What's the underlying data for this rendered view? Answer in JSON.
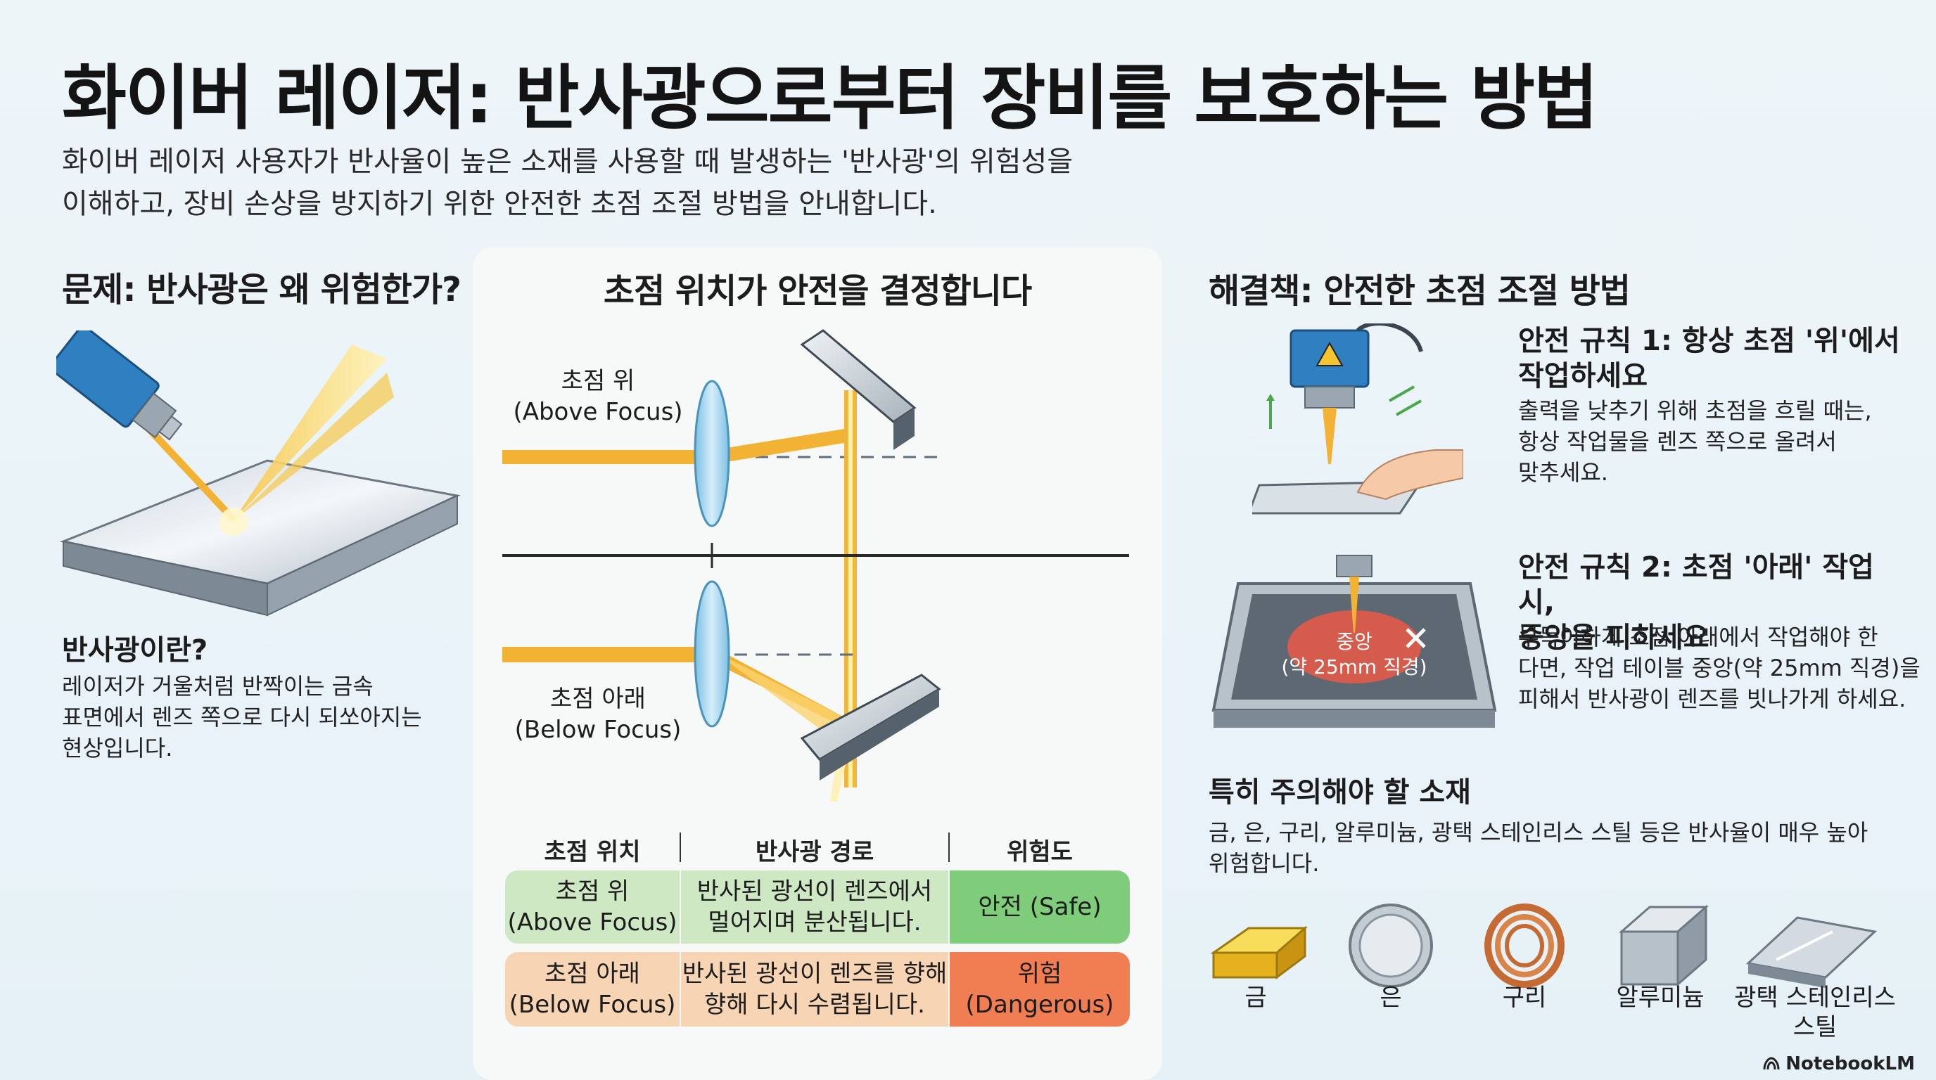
{
  "title": "화이버 레이저: 반사광으로부터 장비를 보호하는 방법",
  "subtitle": {
    "line1": "화이버 레이저 사용자가 반사율이 높은 소재를 사용할 때 발생하는 '반사광'의 위험성을",
    "line2": "이해하고, 장비 손상을 방지하기 위한 안전한 초점 조절 방법을 안내합니다."
  },
  "left": {
    "heading": "문제: 반사광은 왜 위험한가?",
    "def_title": "반사광이란?",
    "def_lines": [
      "레이저가 거울처럼 반짝이는 금속",
      "표면에서 렌즈 쪽으로 다시 되쏘아지는",
      "현상입니다."
    ]
  },
  "center": {
    "heading": "초점 위치가 안전을 결정합니다",
    "above_label": [
      "초점 위",
      "(Above Focus)"
    ],
    "below_label": [
      "초점 아래",
      "(Below Focus)"
    ],
    "table": {
      "headers": [
        "초점 위치",
        "반사광 경로",
        "위험도"
      ],
      "rows": [
        {
          "position": [
            "초점 위",
            "(Above Focus)"
          ],
          "path": [
            "반사된 광선이 렌즈에서",
            "멀어지며 분산됩니다."
          ],
          "risk": "안전 (Safe)"
        },
        {
          "position": [
            "초점 아래",
            "(Below Focus)"
          ],
          "path": [
            "반사된 광선이 렌즈를 향해",
            "향해 다시 수렴됩니다."
          ],
          "risk": [
            "위험",
            "(Dangerous)"
          ]
        }
      ]
    }
  },
  "right": {
    "heading": "해결책: 안전한 초점 조절 방법",
    "rule1": {
      "title": [
        "안전 규칙 1: 항상 초점 '위'에서",
        "작업하세요"
      ],
      "body": [
        "출력을 낮추기 위해 초점을 흐릴 때는,",
        "항상 작업물을 렌즈 쪽으로 올려서",
        "맞추세요."
      ]
    },
    "rule2": {
      "title": [
        "안전 규칙 2: 초점 '아래' 작업 시,",
        "중앙을 피하세요"
      ],
      "body": [
        "부득이하게 초점 아래에서 작업해야 한",
        "다면, 작업 테이블 중앙(약 25mm 직경)을",
        "피해서 반사광이 렌즈를 빗나가게 하세요."
      ],
      "zone_label": [
        "중앙",
        "(약 25mm 직경)"
      ]
    },
    "materials": {
      "heading": "특히 주의해야 할 소재",
      "body": [
        "금, 은, 구리, 알루미늄, 광택 스테인리스 스틸 등은 반사율이 매우 높아",
        "위험합니다."
      ],
      "items": [
        [
          "금"
        ],
        [
          "은"
        ],
        [
          "구리"
        ],
        [
          "알루미늄"
        ],
        [
          "광택 스테인리스",
          "스틸"
        ]
      ]
    }
  },
  "footer": "NotebookLM",
  "colors": {
    "beam": "#f2b233",
    "safe": "#cfe8c4",
    "safe_risk": "#7fcc7a",
    "danger": "#f7d4b3",
    "danger_risk": "#f07e52",
    "lens": "#9fd3ec",
    "laser_head": "#2f7fc1"
  }
}
